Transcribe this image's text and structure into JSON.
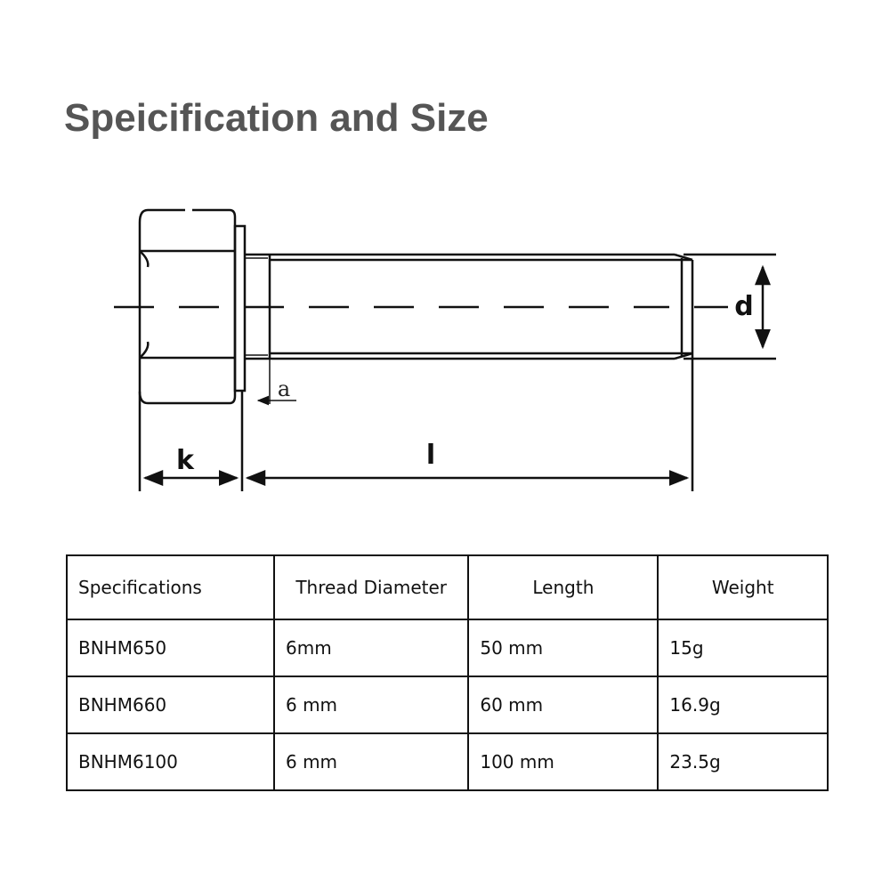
{
  "title": "Speicification and Size",
  "diagram": {
    "labels": {
      "d": "d",
      "a": "a",
      "k": "k",
      "l": "l"
    }
  },
  "table": {
    "headers": [
      "Specifications",
      "Thread Diameter",
      "Length",
      "Weight"
    ],
    "rows": [
      [
        "BNHM650",
        "6mm",
        "50 mm",
        "15g"
      ],
      [
        "BNHM660",
        "6 mm",
        "60 mm",
        "16.9g"
      ],
      [
        "BNHM6100",
        "6 mm",
        "100 mm",
        "23.5g"
      ]
    ]
  }
}
